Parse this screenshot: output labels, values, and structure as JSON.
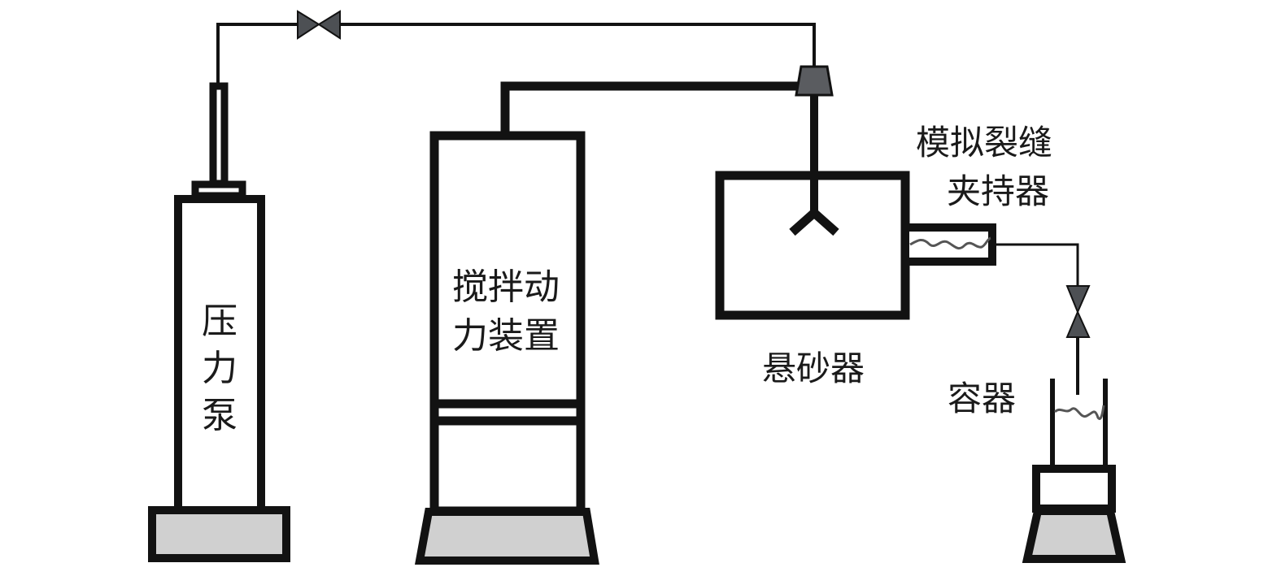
{
  "labels": {
    "pressure_pump": [
      "压",
      "力",
      "泵"
    ],
    "stirring_unit_line1": "搅拌动",
    "stirring_unit_line2": "力装置",
    "sand_suspender": "悬砂器",
    "fracture_holder_line1": "模拟裂缝",
    "fracture_holder_line2": "夹持器",
    "container": "容器"
  },
  "colors": {
    "stroke": "#121212",
    "valve_fill": "#4d5054",
    "base_fill": "#d0d0d0",
    "wave": "#555555"
  }
}
